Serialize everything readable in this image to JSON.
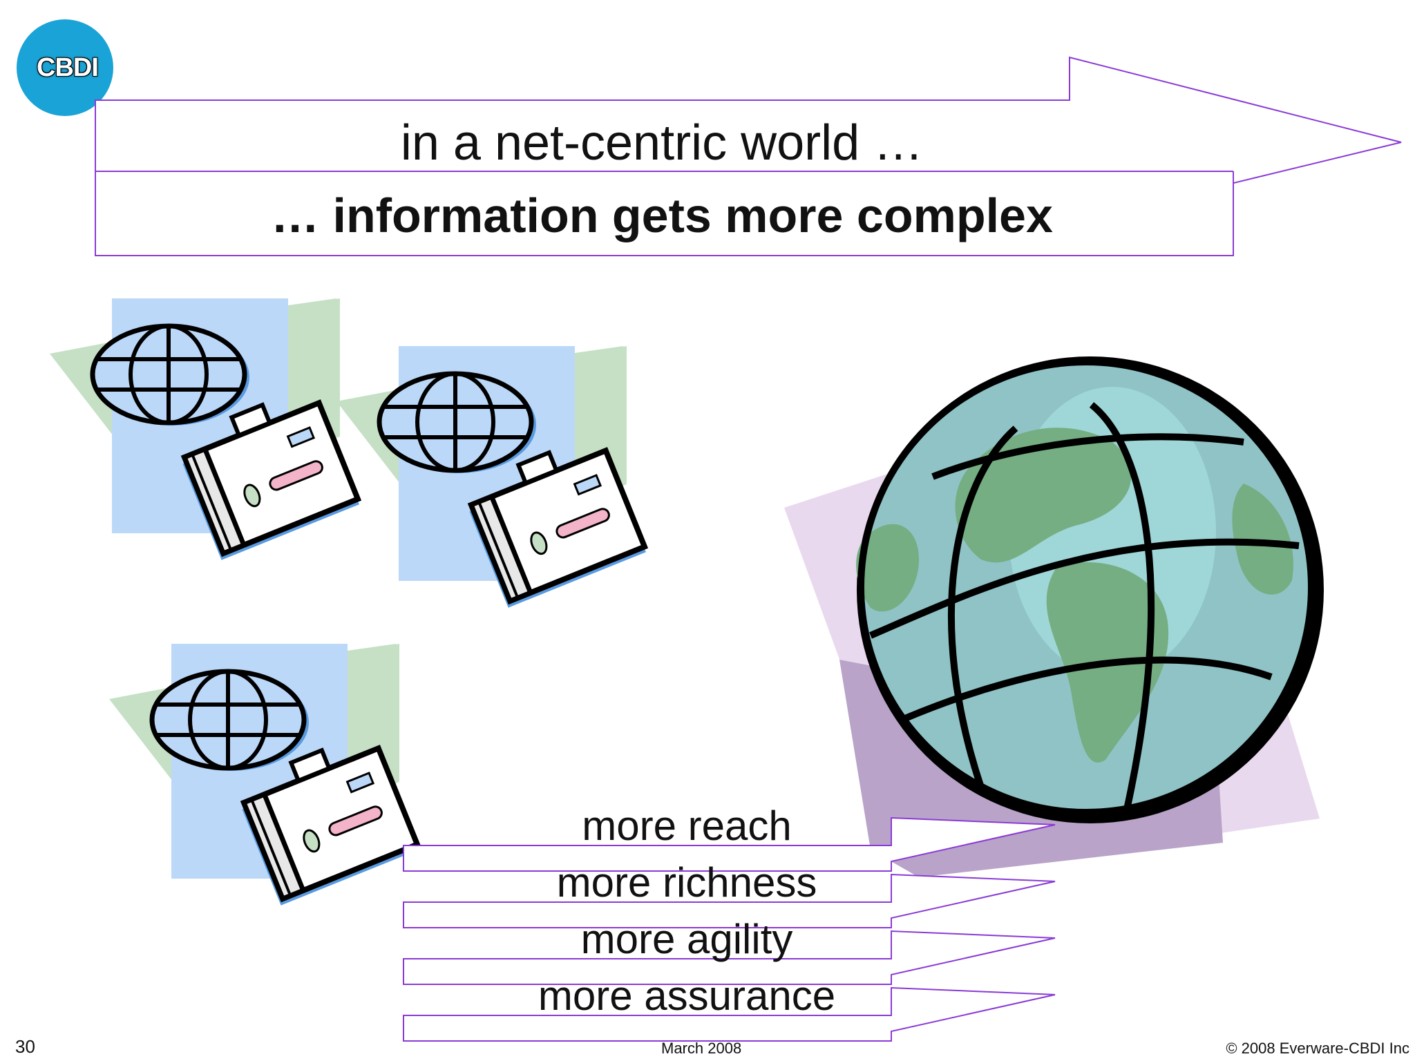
{
  "slide": {
    "logo_text": "CBDI",
    "headline_1": "in a net-centric world …",
    "headline_2": "… information gets more complex",
    "arrows": [
      {
        "label": "more reach"
      },
      {
        "label": "more richness"
      },
      {
        "label": "more agility"
      },
      {
        "label": "more assurance"
      }
    ]
  },
  "clipart": {
    "left_group": "globe-briefcase-icon",
    "right": "world-globe-icon"
  },
  "footer": {
    "page_number": "30",
    "date": "March 2008",
    "copyright": "© 2008 Everware-CBDI Inc"
  },
  "colors": {
    "arrow_outline": "#8a3ad6",
    "logo": "#1aa3d6",
    "clip_blue": "#bcd8f8",
    "clip_green": "#c5e0c5",
    "globe_sea": "#8fc3c6",
    "globe_land": "#75ae82",
    "globe_backdrop": "#e9d9ee",
    "globe_shadow": "#b9a3c9"
  }
}
